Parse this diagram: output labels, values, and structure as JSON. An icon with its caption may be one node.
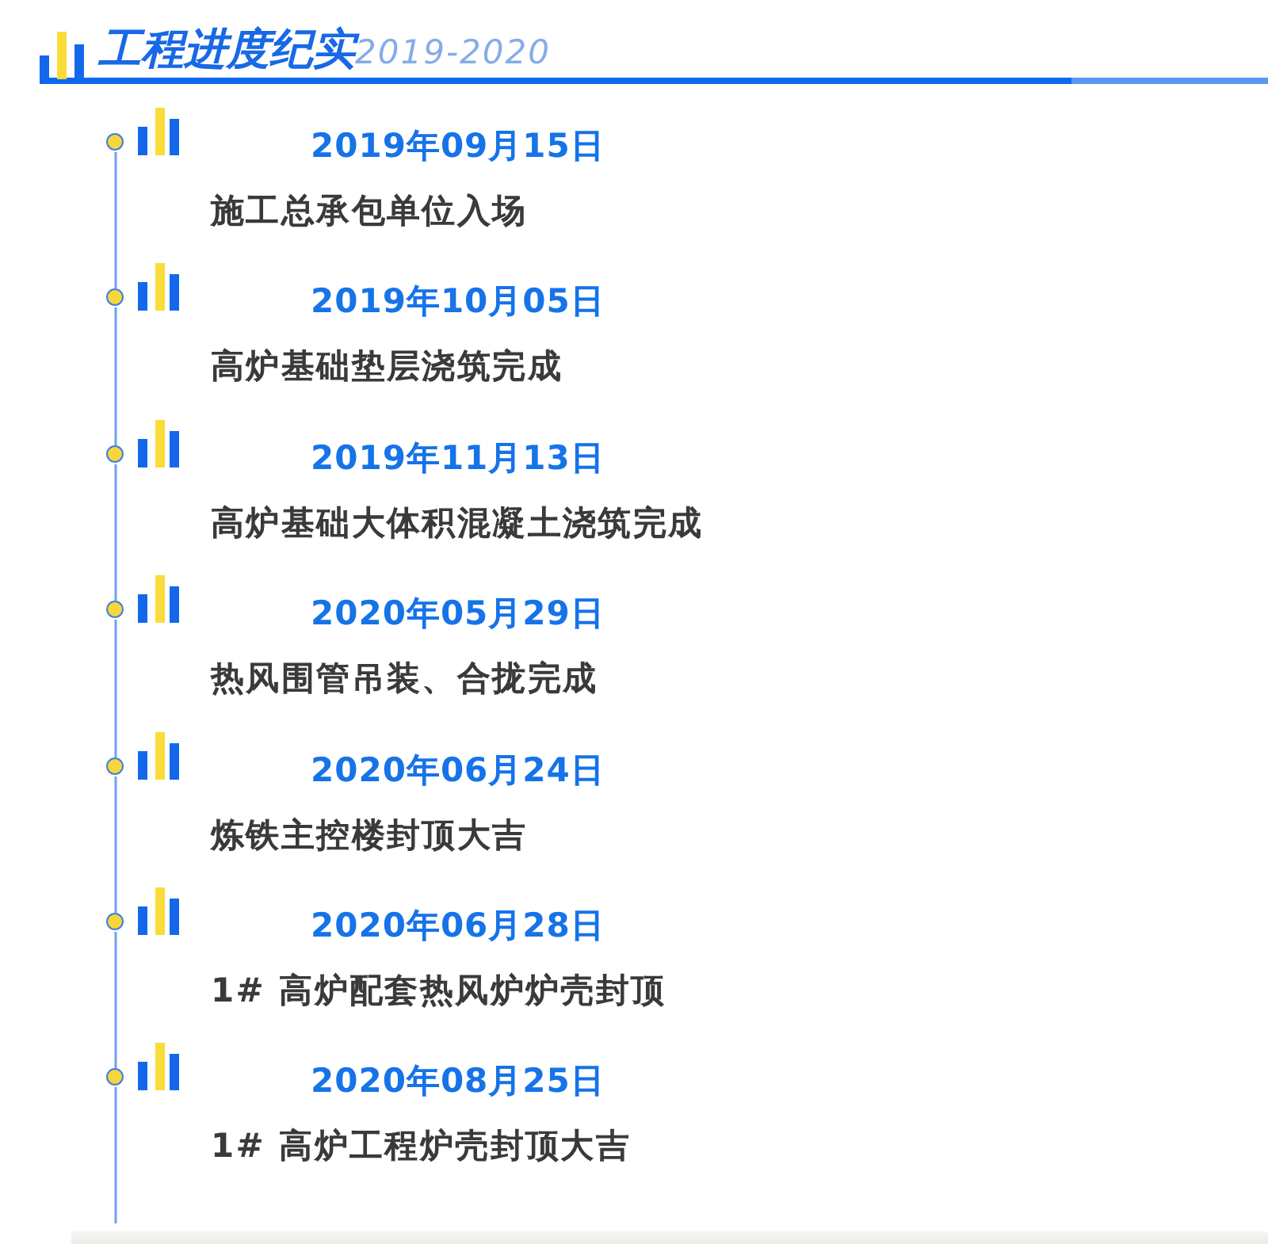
{
  "diagram": {
    "title": "工程进度纪实",
    "nodes": [
      {
        "text": [],
        "shape": "circle",
        "beside": [
          "2019年09月15日",
          "施工总承包单位入场"
        ]
      },
      {
        "text": [],
        "shape": "circle",
        "beside": [
          "2019年10月05日",
          "高炉基础垫层浇筑完成"
        ]
      },
      {
        "text": [],
        "shape": "circle",
        "beside": [
          "2019年11月13日",
          "高炉基础大体积混凝土浇筑完成"
        ]
      },
      {
        "text": [],
        "shape": "circle",
        "beside": [
          "2020年05月29日",
          "热风围管吊装、合拢完成"
        ]
      },
      {
        "text": [],
        "shape": "circle",
        "beside": [
          "2020年06月24日",
          "炼铁主控楼封顶大吉"
        ]
      },
      {
        "text": [],
        "shape": "circle",
        "beside": [
          "2020年06月28日",
          "1# 高炉配套热风炉炉壳封顶"
        ]
      },
      {
        "text": [],
        "shape": "circle",
        "beside": [
          "2020年08月25日",
          "1# 高炉工程炉壳封顶大吉"
        ]
      }
    ],
    "edges": [
      {
        "from": 0,
        "to": 1,
        "arrow": "none"
      },
      {
        "from": 1,
        "to": 2,
        "arrow": "none"
      },
      {
        "from": 2,
        "to": 3,
        "arrow": "none"
      },
      {
        "from": 3,
        "to": 4,
        "arrow": "none"
      },
      {
        "from": 4,
        "to": 5,
        "arrow": "none"
      },
      {
        "from": 5,
        "to": 6,
        "arrow": "none"
      },
      {
        "from": 6,
        "to": null,
        "arrow": "none"
      }
    ],
    "labels": [
      "2019-2020"
    ]
  }
}
